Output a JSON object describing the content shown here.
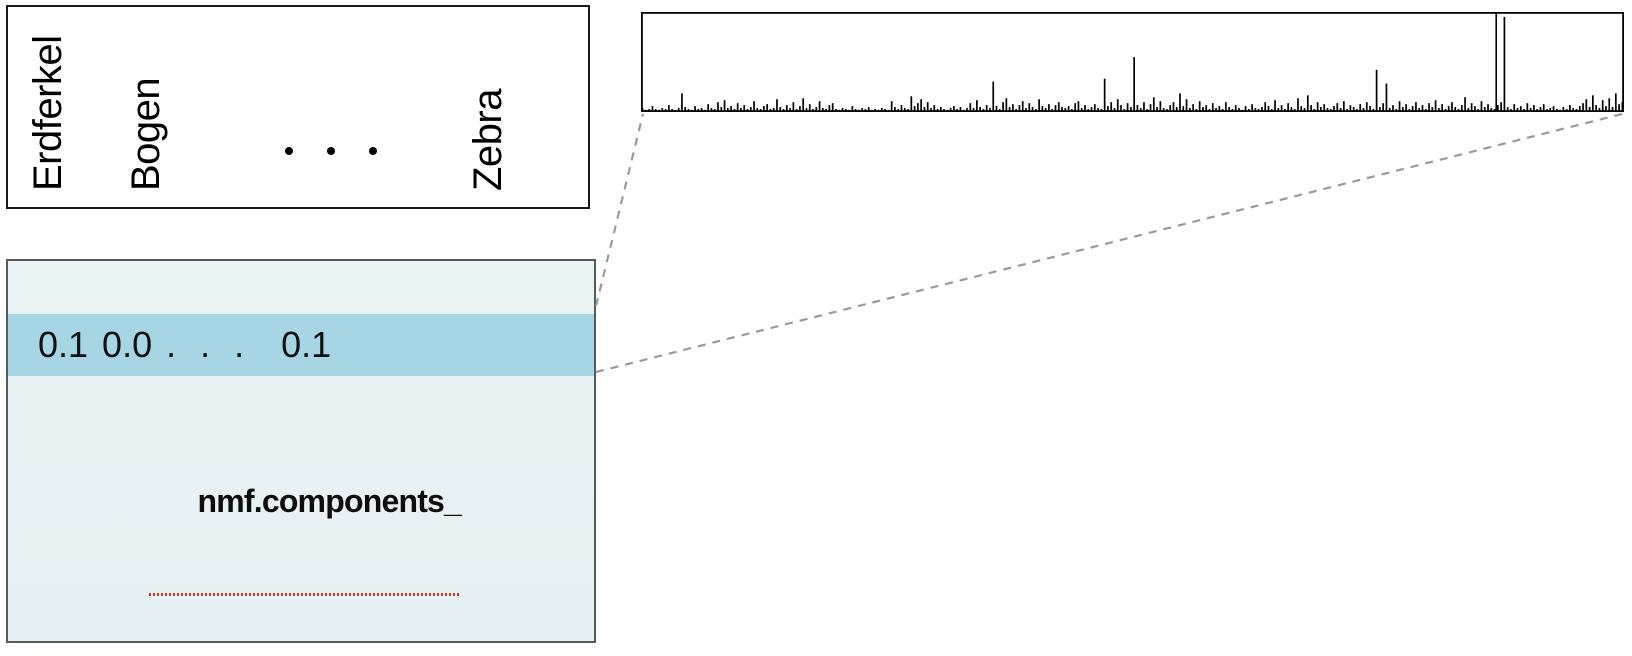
{
  "vocabulary": {
    "words": [
      {
        "label": "Erdferkel",
        "x": 60
      },
      {
        "label": "Bogen",
        "x": 158
      },
      {
        "label": "Zebra",
        "x": 500
      }
    ],
    "ellipsis_dots": 3
  },
  "components": {
    "row_values": [
      "0.1",
      "0.0"
    ],
    "row_ellipsis": ". . .",
    "row_last_value": "0.1",
    "caption": "nmf.components_",
    "caption_has_spellcheck_underline": true,
    "panel_background_color": "#e8f1f3",
    "highlight_row_color": "#a6d6e3",
    "panel_border_color": "#555a5c"
  },
  "connectors": {
    "color": "#9a9a9a",
    "style": "dashed"
  },
  "chart_data": {
    "type": "bar",
    "title": "",
    "xlabel": "",
    "ylabel": "",
    "grid": false,
    "legend": null,
    "axis_frame": "box",
    "ylim": [
      0,
      1.0
    ],
    "xlim": [
      0,
      300
    ],
    "annotations": [
      {
        "type": "vertical-line",
        "x": 261,
        "label": ""
      }
    ],
    "values": [
      0.03,
      0.01,
      0.02,
      0.05,
      0.02,
      0.01,
      0.03,
      0.02,
      0.06,
      0.02,
      0.01,
      0.03,
      0.18,
      0.04,
      0.02,
      0.01,
      0.05,
      0.02,
      0.03,
      0.01,
      0.07,
      0.03,
      0.02,
      0.09,
      0.04,
      0.11,
      0.03,
      0.05,
      0.02,
      0.08,
      0.03,
      0.06,
      0.02,
      0.04,
      0.1,
      0.03,
      0.02,
      0.05,
      0.07,
      0.02,
      0.03,
      0.12,
      0.04,
      0.02,
      0.06,
      0.03,
      0.09,
      0.02,
      0.05,
      0.13,
      0.03,
      0.07,
      0.02,
      0.04,
      0.1,
      0.03,
      0.02,
      0.06,
      0.08,
      0.02,
      0.01,
      0.03,
      0.02,
      0.01,
      0.05,
      0.02,
      0.01,
      0.03,
      0.02,
      0.04,
      0.01,
      0.02,
      0.01,
      0.03,
      0.02,
      0.01,
      0.1,
      0.04,
      0.02,
      0.06,
      0.03,
      0.02,
      0.15,
      0.05,
      0.08,
      0.12,
      0.04,
      0.09,
      0.03,
      0.06,
      0.02,
      0.04,
      0.02,
      0.01,
      0.03,
      0.05,
      0.02,
      0.04,
      0.01,
      0.03,
      0.08,
      0.03,
      0.11,
      0.04,
      0.02,
      0.06,
      0.03,
      0.3,
      0.05,
      0.02,
      0.09,
      0.13,
      0.04,
      0.07,
      0.02,
      0.06,
      0.1,
      0.03,
      0.08,
      0.04,
      0.02,
      0.12,
      0.05,
      0.03,
      0.07,
      0.02,
      0.06,
      0.09,
      0.04,
      0.03,
      0.05,
      0.02,
      0.08,
      0.1,
      0.03,
      0.06,
      0.02,
      0.04,
      0.07,
      0.03,
      0.02,
      0.33,
      0.05,
      0.09,
      0.03,
      0.12,
      0.06,
      0.02,
      0.08,
      0.04,
      0.55,
      0.06,
      0.03,
      0.09,
      0.02,
      0.07,
      0.14,
      0.04,
      0.1,
      0.03,
      0.02,
      0.06,
      0.09,
      0.04,
      0.18,
      0.05,
      0.12,
      0.03,
      0.07,
      0.02,
      0.1,
      0.04,
      0.06,
      0.02,
      0.08,
      0.03,
      0.05,
      0.02,
      0.09,
      0.04,
      0.02,
      0.06,
      0.03,
      0.01,
      0.05,
      0.02,
      0.07,
      0.03,
      0.02,
      0.04,
      0.09,
      0.05,
      0.02,
      0.11,
      0.03,
      0.06,
      0.02,
      0.08,
      0.04,
      0.02,
      0.13,
      0.05,
      0.03,
      0.16,
      0.06,
      0.02,
      0.09,
      0.04,
      0.07,
      0.03,
      0.02,
      0.05,
      0.08,
      0.03,
      0.1,
      0.02,
      0.06,
      0.04,
      0.02,
      0.07,
      0.03,
      0.09,
      0.05,
      0.02,
      0.42,
      0.04,
      0.08,
      0.28,
      0.03,
      0.06,
      0.02,
      0.1,
      0.04,
      0.07,
      0.02,
      0.05,
      0.09,
      0.03,
      0.06,
      0.02,
      0.08,
      0.04,
      0.11,
      0.03,
      0.07,
      0.02,
      0.05,
      0.09,
      0.04,
      0.02,
      0.06,
      0.14,
      0.03,
      0.08,
      0.05,
      0.02,
      0.1,
      0.04,
      0.07,
      0.03,
      0.02,
      0.06,
      0.09,
      0.96,
      0.04,
      0.02,
      0.07,
      0.03,
      0.05,
      0.02,
      0.08,
      0.03,
      0.06,
      0.02,
      0.04,
      0.07,
      0.02,
      0.03,
      0.05,
      0.02,
      0.01,
      0.04,
      0.02,
      0.06,
      0.03,
      0.02,
      0.05,
      0.08,
      0.12,
      0.04,
      0.16,
      0.06,
      0.03,
      0.11,
      0.05,
      0.13,
      0.04,
      0.18,
      0.07,
      0.09
    ]
  }
}
